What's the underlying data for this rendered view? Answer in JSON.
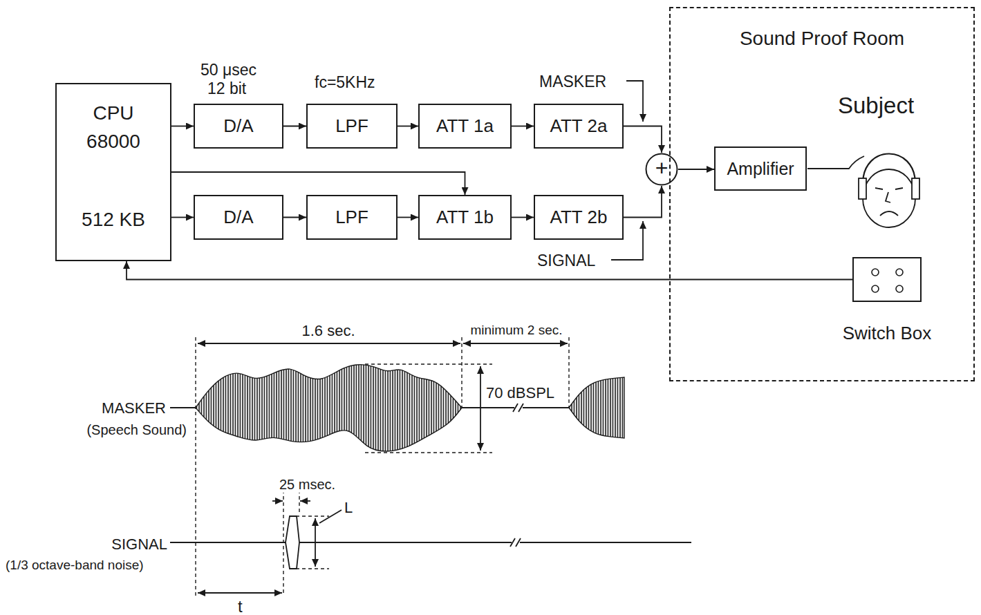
{
  "diagram": {
    "nodes": [
      {
        "text": [
          "CPU 68000",
          "512 KB"
        ]
      },
      {
        "text": [
          "D/A"
        ]
      },
      {
        "text": [
          "LPF"
        ]
      },
      {
        "text": [
          "ATT 1a"
        ]
      },
      {
        "text": [
          "ATT 2a"
        ]
      },
      {
        "text": [
          "D/A"
        ]
      },
      {
        "text": [
          "LPF"
        ]
      },
      {
        "text": [
          "ATT 1b"
        ]
      },
      {
        "text": [
          "ATT 2b"
        ]
      },
      {
        "text": [
          "+"
        ]
      },
      {
        "text": [
          "Sound Proof Room"
        ]
      },
      {
        "text": [
          "Amplifier"
        ],
        "in": 10
      },
      {
        "text": [
          "Switch Box"
        ],
        "in": 10
      }
    ],
    "edges": [
      {
        "from": 0,
        "to": 1,
        "arrow": "to"
      },
      {
        "from": 1,
        "to": 2,
        "arrow": "to"
      },
      {
        "from": 2,
        "to": 3,
        "arrow": "to"
      },
      {
        "from": 3,
        "to": 4,
        "arrow": "to"
      },
      {
        "from": 4,
        "to": 9,
        "arrow": "to"
      },
      {
        "from": 0,
        "to": 5,
        "arrow": "to"
      },
      {
        "from": 5,
        "to": 6,
        "arrow": "to"
      },
      {
        "from": 6,
        "to": 7,
        "arrow": "to"
      },
      {
        "from": 7,
        "to": 8,
        "arrow": "to"
      },
      {
        "from": 8,
        "to": 9,
        "arrow": "to"
      },
      {
        "from": 0,
        "to": 7,
        "arrow": "to"
      },
      {
        "from": 9,
        "to": 11,
        "arrow": "to"
      },
      {
        "from": 12,
        "to": 0,
        "arrow": "to"
      }
    ],
    "labels": [
      "50 μsec",
      "12 bit",
      "fc=5KHz",
      "MASKER",
      "SIGNAL",
      "Subject",
      "1.6 sec.",
      "minimum 2 sec.",
      "70 dBSPL",
      "MASKER",
      "(Speech Sound)",
      "25 msec.",
      "L",
      "SIGNAL",
      "(1/3 octave-band noise)",
      "t"
    ]
  }
}
